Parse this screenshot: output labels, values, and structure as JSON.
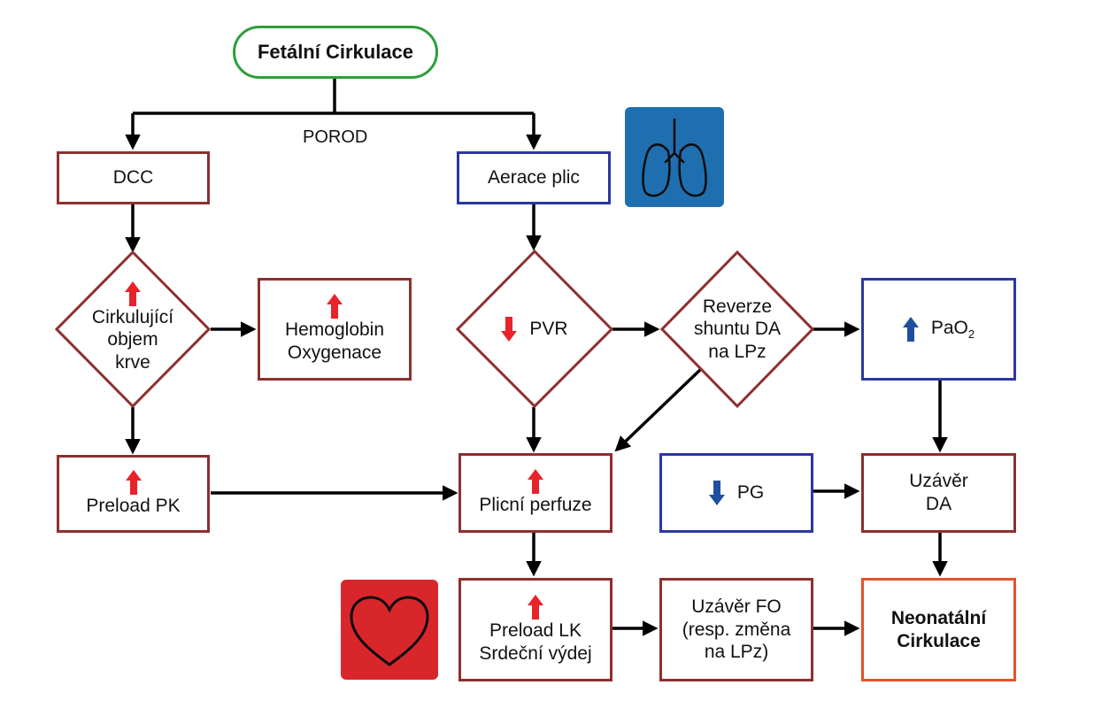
{
  "nodes": {
    "fetal": "Fetální Cirkulace",
    "dcc": "DCC",
    "aerace": "Aerace plic",
    "cirk_l1": "Cirkulující",
    "cirk_l2": "objem",
    "cirk_l3": "krve",
    "hemo_l1": "Hemoglobin",
    "hemo_l2": "Oxygenace",
    "pvr": "PVR",
    "reverze_l1": "Reverze",
    "reverze_l2": "shuntu DA",
    "reverze_l3": "na LPz",
    "pao2_main": "PaO",
    "pao2_sub": "2",
    "preload_pk": "Preload PK",
    "plicni": "Plicní perfuze",
    "pg": "PG",
    "uzaver_da_l1": "Uzávěr",
    "uzaver_da_l2": "DA",
    "preload_lk_l1": "Preload LK",
    "preload_lk_l2": "Srdeční výdej",
    "uzaver_fo_l1": "Uzávěr FO",
    "uzaver_fo_l2": "(resp. změna",
    "uzaver_fo_l3": "na LPz)",
    "neo_l1": "Neonatální",
    "neo_l2": "Cirkulace"
  },
  "labels": {
    "porod": "POROD"
  },
  "icons": {
    "lungs": "lungs-icon",
    "heart": "heart-icon"
  },
  "colors": {
    "red_border": "#8e2f2f",
    "blue_border": "#2b38a0",
    "green_border": "#2e9e3a",
    "orange_border": "#e8512a",
    "up_arrow": "#e8232a",
    "down_arrow_blue": "#1f4fa0",
    "lungs_bg": "#1f6fb0",
    "heart_bg": "#d9262b"
  }
}
